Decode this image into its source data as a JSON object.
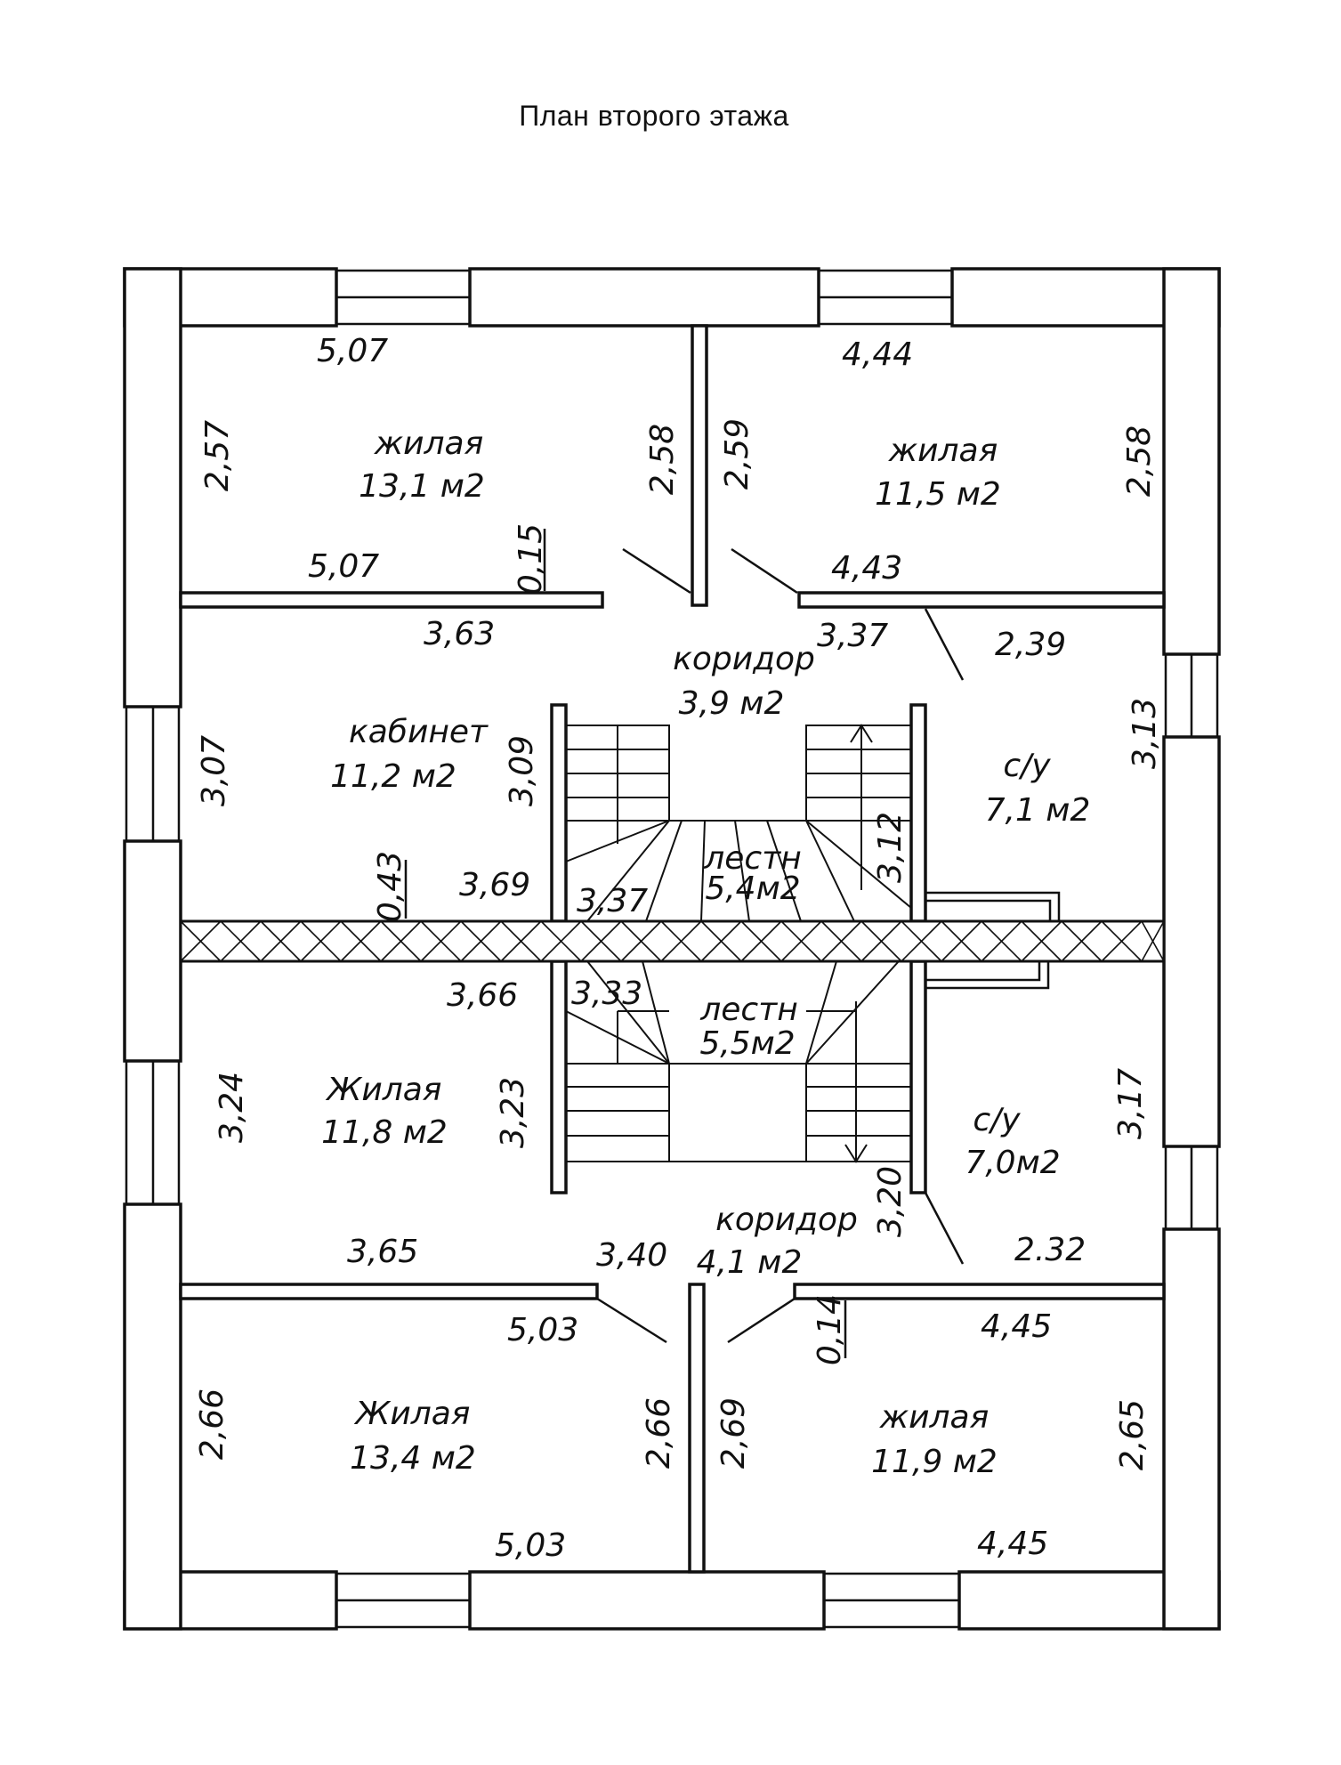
{
  "title": "План второго этажа",
  "rooms": [
    {
      "name": "жилая",
      "area": "13,1 м2"
    },
    {
      "name": "жилая",
      "area": "11,5 м2"
    },
    {
      "name": "коридор",
      "area": "3,9  м2"
    },
    {
      "name": "кабинет",
      "area": "11,2 м2"
    },
    {
      "name": "с/у",
      "area": "7,1 м2"
    },
    {
      "name": "лестн",
      "area": "5,4м2"
    },
    {
      "name": "лестн",
      "area": "5,5м2"
    },
    {
      "name": "Жилая",
      "area": "11,8 м2"
    },
    {
      "name": "с/у",
      "area": "7,0м2"
    },
    {
      "name": "коридор",
      "area": "4,1 м2"
    },
    {
      "name": "Жилая",
      "area": "13,4 м2"
    },
    {
      "name": "жилая",
      "area": "11,9 м2"
    }
  ],
  "dimensions": [
    "5,07",
    "4,44",
    "2,57",
    "2,58",
    "2,59",
    "2,58",
    "5,07",
    "0,15",
    "4,43",
    "3,63",
    "3,37",
    "2,39",
    "3,07",
    "3,09",
    "3,13",
    "0,43",
    "3,69",
    "3,37",
    "3,12",
    "3,66",
    "3,33",
    "3,24",
    "3,23",
    "3,17",
    "3,20",
    "3,65",
    "3,40",
    "2.32",
    "5,03",
    "0,14",
    "4,45",
    "2,66",
    "2,66",
    "2,69",
    "2,65",
    "5,03",
    "4,45"
  ]
}
